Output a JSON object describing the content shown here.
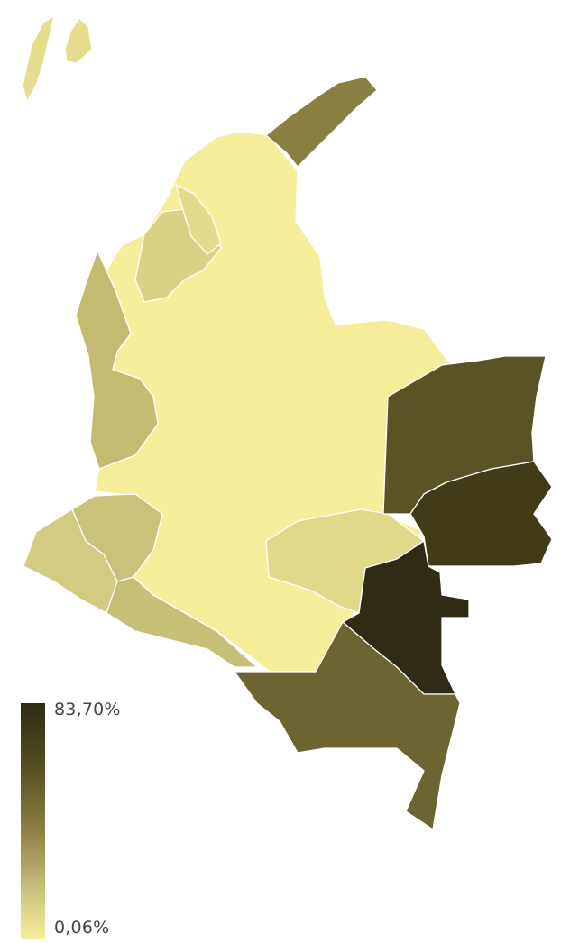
{
  "legend": {
    "max_label": "83,70%",
    "min_label": "0,06%",
    "color_max": "#2e2a16",
    "color_min": "#f4ee9a"
  },
  "regions": [
    {
      "id": "san-andres",
      "fill": "#e4dd8c"
    },
    {
      "id": "la-guajira",
      "fill": "#8a7f42"
    },
    {
      "id": "cordoba",
      "fill": "#d9d184"
    },
    {
      "id": "sucre",
      "fill": "#e2db8c"
    },
    {
      "id": "choco",
      "fill": "#c3bb70"
    },
    {
      "id": "cauca",
      "fill": "#c9c27a"
    },
    {
      "id": "narino",
      "fill": "#d2cb82"
    },
    {
      "id": "putumayo",
      "fill": "#c6bf76"
    },
    {
      "id": "caqueta",
      "fill": "#f4ee9a"
    },
    {
      "id": "guaviare",
      "fill": "#e0d98a"
    },
    {
      "id": "vichada",
      "fill": "#5a5325"
    },
    {
      "id": "guainia",
      "fill": "#423b1a"
    },
    {
      "id": "vaupes",
      "fill": "#2f2b17"
    },
    {
      "id": "amazonas",
      "fill": "#6c6431"
    },
    {
      "id": "andean-core",
      "fill": "#f4ee9a"
    }
  ]
}
